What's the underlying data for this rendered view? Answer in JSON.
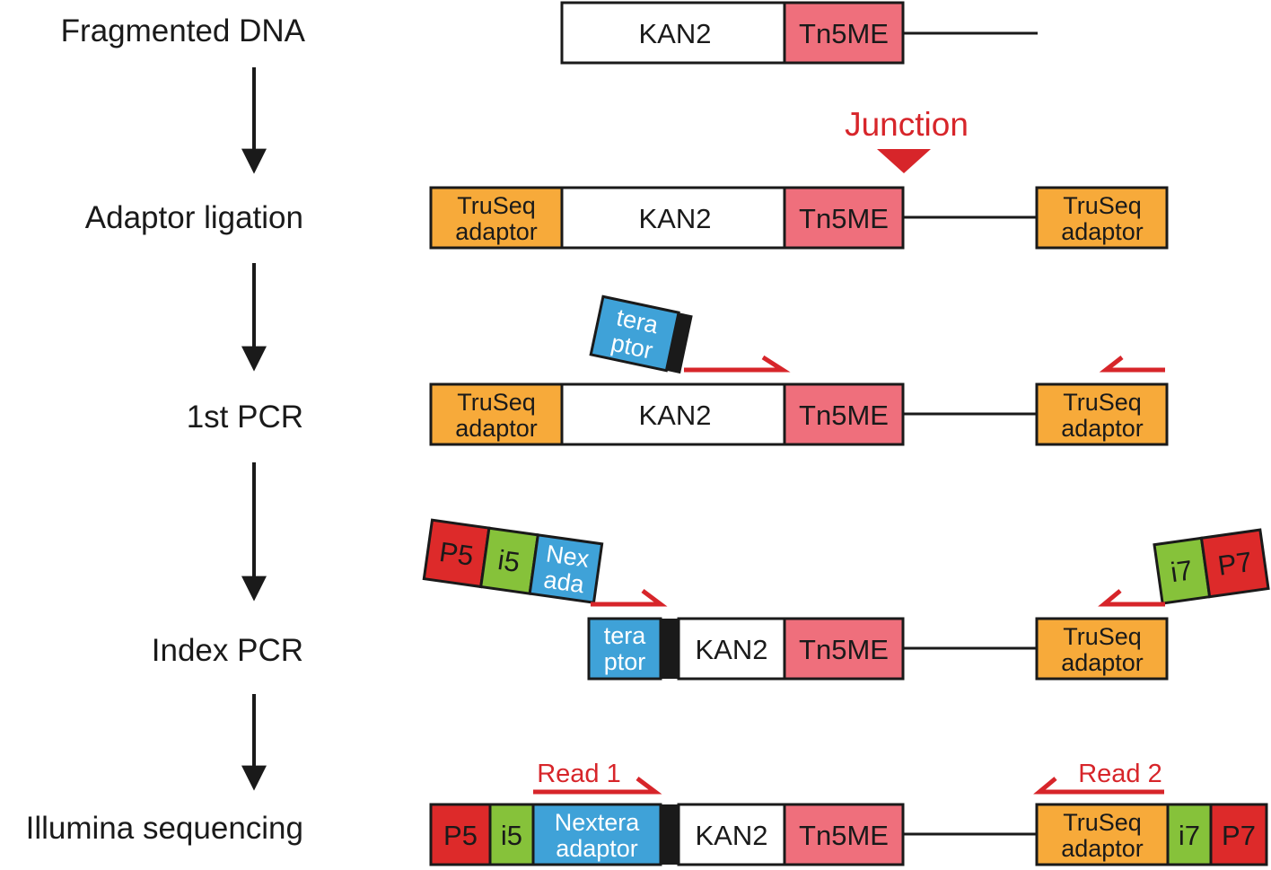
{
  "colors": {
    "truseq": "#f7aa3a",
    "tn5me": "#ef6f7c",
    "kan2": "#ffffff",
    "nextera": "#3fa2d8",
    "index": "#86c23a",
    "p_adapter": "#dd2a2a",
    "accent_red": "#d7252a",
    "outline": "#1a1a1a"
  },
  "steps": [
    {
      "label": "Fragmented DNA"
    },
    {
      "label": "Adaptor ligation"
    },
    {
      "label": "1st PCR"
    },
    {
      "label": "Index PCR"
    },
    {
      "label": "Illumina sequencing"
    }
  ],
  "blocks": {
    "kan2": "KAN2",
    "tn5me": "Tn5ME",
    "truseq_line1": "TruSeq",
    "truseq_line2": "adaptor",
    "nextera_partial_1": "tera",
    "nextera_partial_2": "ptor",
    "nextera_frag_1": "Nex",
    "nextera_frag_2": "ada",
    "nextera_line1": "Nextera",
    "nextera_line2": "adaptor",
    "p5": "P5",
    "i5": "i5",
    "i7": "i7",
    "p7": "P7"
  },
  "annotations": {
    "junction": "Junction",
    "read1": "Read 1",
    "read2": "Read 2"
  }
}
